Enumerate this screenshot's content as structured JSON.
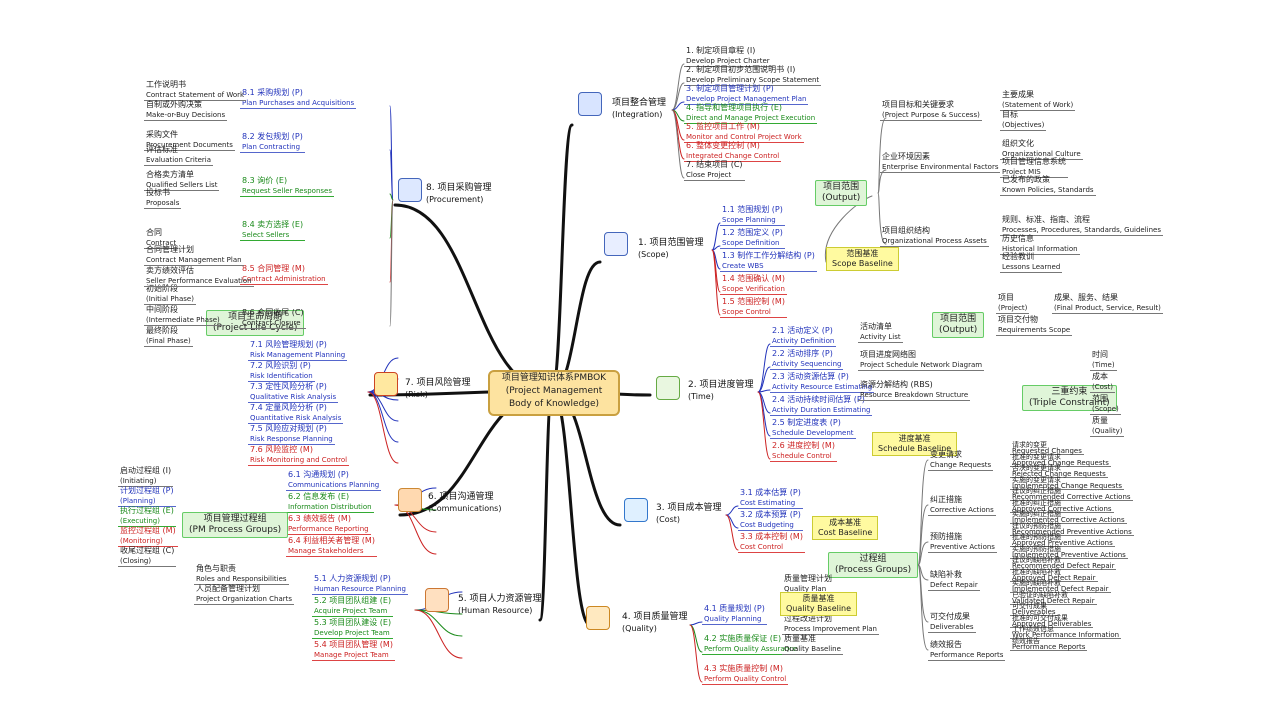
{
  "center": {
    "l1": "项目管理知识体系PMBOK",
    "l2": "(Project Management",
    "l3": "Body of Knowledge)"
  },
  "areas": [
    {
      "id": "integration",
      "l1": "项目整合管理",
      "l2": "(Integration)"
    },
    {
      "id": "scope",
      "l1": "1. 项目范围管理",
      "l2": "(Scope)"
    },
    {
      "id": "time",
      "l1": "2. 项目进度管理",
      "l2": "(Time)"
    },
    {
      "id": "cost",
      "l1": "3. 项目成本管理",
      "l2": "(Cost)"
    },
    {
      "id": "quality",
      "l1": "4. 项目质量管理",
      "l2": "(Quality)"
    },
    {
      "id": "hr",
      "l1": "5. 项目人力资源管理",
      "l2": "(Human Resource)"
    },
    {
      "id": "comm",
      "l1": "6. 项目沟通管理",
      "l2": "(Communications)"
    },
    {
      "id": "risk",
      "l1": "7. 项目风险管理",
      "l2": "(Risk)"
    },
    {
      "id": "procure",
      "l1": "8. 项目采购管理",
      "l2": "(Procurement)"
    }
  ],
  "integration_items": [
    {
      "l1": "1. 制定项目章程 (I)",
      "l2": "Develop Project Charter",
      "c": "black"
    },
    {
      "l1": "2. 制定项目初步范围说明书 (I)",
      "l2": "Develop Preliminary Scope Statement",
      "c": "black"
    },
    {
      "l1": "3. 制定项目管理计划 (P)",
      "l2": "Develop Project Management Plan",
      "c": "blue"
    },
    {
      "l1": "4. 指导和管理项目执行 (E)",
      "l2": "Direct and Manage Project Execution",
      "c": "green"
    },
    {
      "l1": "5. 监控项目工作 (M)",
      "l2": "Monitor and Control Project Work",
      "c": "red"
    },
    {
      "l1": "6. 整体变更控制 (M)",
      "l2": "Integrated Change Control",
      "c": "red"
    },
    {
      "l1": "7. 结束项目 (C)",
      "l2": "Close Project",
      "c": "black"
    }
  ],
  "scope_items": [
    {
      "l1": "1.1 范围规划 (P)",
      "l2": "Scope Planning",
      "c": "blue"
    },
    {
      "l1": "1.2 范围定义 (P)",
      "l2": "Scope Definition",
      "c": "blue"
    },
    {
      "l1": "1.3 制作工作分解结构 (P)",
      "l2": "Create WBS",
      "c": "blue"
    },
    {
      "l1": "1.4 范围确认 (M)",
      "l2": "Scope Verification",
      "c": "red"
    },
    {
      "l1": "1.5 范围控制 (M)",
      "l2": "Scope Control",
      "c": "red"
    }
  ],
  "scope_baseline": {
    "l1": "范围基准",
    "l2": "Scope Baseline"
  },
  "output_box": {
    "l1": "项目范围",
    "l2": "(Output)"
  },
  "output_items": [
    {
      "l1": "项目目标和关键要求",
      "l2": "(Project Purpose & Success)"
    },
    {
      "l1": "企业环境因素",
      "l2": "Enterprise Environmental Factors"
    },
    {
      "l1": "项目组织结构",
      "l2": "Organizational Process Assets"
    }
  ],
  "output_sub": [
    {
      "l1": "主要成果",
      "l2": "(Statement of Work)"
    },
    {
      "l1": "目标",
      "l2": "(Objectives)"
    },
    {
      "l1": "组织文化",
      "l2": "Organizational Culture"
    },
    {
      "l1": "项目管理信息系统",
      "l2": "Project MIS"
    },
    {
      "l1": "已发布的政策",
      "l2": "Known Policies, Standards"
    },
    {
      "l1": "规则、标准、指南、流程",
      "l2": "Processes, Procedures, Standards, Guidelines"
    },
    {
      "l1": "历史信息",
      "l2": "Historical Information"
    },
    {
      "l1": "经验教训",
      "l2": "Lessons Learned"
    }
  ],
  "output2": {
    "l1": "项目范围",
    "l2": "(Output)"
  },
  "output2_items": [
    {
      "l1": "项目",
      "l2": "(Project)"
    },
    {
      "l1": "项目交付物",
      "l2": "Requirements Scope"
    }
  ],
  "output2_sub": [
    {
      "l1": "成果、服务、结果",
      "l2": "(Final Product, Service, Result)"
    }
  ],
  "time_items": [
    {
      "l1": "2.1 活动定义 (P)",
      "l2": "Activity Definition",
      "c": "blue"
    },
    {
      "l1": "2.2 活动排序 (P)",
      "l2": "Activity Sequencing",
      "c": "blue"
    },
    {
      "l1": "2.3 活动资源估算 (P)",
      "l2": "Activity Resource Estimating",
      "c": "blue"
    },
    {
      "l1": "2.4 活动持续时间估算 (P)",
      "l2": "Activity Duration Estimating",
      "c": "blue"
    },
    {
      "l1": "2.5 制定进度表 (P)",
      "l2": "Schedule Development",
      "c": "blue"
    },
    {
      "l1": "2.6 进度控制 (M)",
      "l2": "Schedule Control",
      "c": "red"
    }
  ],
  "time_notes": [
    {
      "l1": "活动清单",
      "l2": "Activity List"
    },
    {
      "l1": "项目进度网络图",
      "l2": "Project Schedule Network Diagram"
    },
    {
      "l1": "资源分解结构 (RBS)",
      "l2": "Resource Breakdown Structure"
    }
  ],
  "time_baseline": {
    "l1": "进度基准",
    "l2": "Schedule Baseline"
  },
  "time_box": {
    "l1": "三重约束",
    "l2": "(Triple Constraint)"
  },
  "time_box_items": [
    {
      "l1": "时间",
      "l2": "(Time)"
    },
    {
      "l1": "成本",
      "l2": "(Cost)"
    },
    {
      "l1": "范围",
      "l2": "(Scope)"
    },
    {
      "l1": "质量",
      "l2": "(Quality)"
    }
  ],
  "cost_items": [
    {
      "l1": "3.1 成本估算 (P)",
      "l2": "Cost Estimating",
      "c": "blue"
    },
    {
      "l1": "3.2 成本预算 (P)",
      "l2": "Cost Budgeting",
      "c": "blue"
    },
    {
      "l1": "3.3 成本控制 (M)",
      "l2": "Cost Control",
      "c": "red"
    }
  ],
  "cost_baseline": {
    "l1": "成本基准",
    "l2": "Cost Baseline"
  },
  "process_box": {
    "l1": "过程组",
    "l2": "(Process Groups)"
  },
  "process_groups": [
    {
      "l1": "变更请求",
      "l2": "Change Requests"
    },
    {
      "l1": "纠正措施",
      "l2": "Corrective Actions"
    },
    {
      "l1": "预防措施",
      "l2": "Preventive Actions"
    },
    {
      "l1": "缺陷补救",
      "l2": "Defect Repair"
    },
    {
      "l1": "可交付成果",
      "l2": "Deliverables"
    },
    {
      "l1": "绩效报告",
      "l2": "Performance Reports"
    }
  ],
  "process_sub": [
    {
      "l1": "请求的变更",
      "l2": "Requested Changes"
    },
    {
      "l1": "批准的变更请求",
      "l2": "Approved Change Requests"
    },
    {
      "l1": "否决的变更请求",
      "l2": "Rejected Change Requests"
    },
    {
      "l1": "实施的变更请求",
      "l2": "Implemented Change Requests"
    },
    {
      "l1": "建议的纠正措施",
      "l2": "Recommended Corrective Actions"
    },
    {
      "l1": "批准的纠正措施",
      "l2": "Approved Corrective Actions"
    },
    {
      "l1": "实施的纠正措施",
      "l2": "Implemented Corrective Actions"
    },
    {
      "l1": "建议的预防措施",
      "l2": "Recommended Preventive Actions"
    },
    {
      "l1": "批准的预防措施",
      "l2": "Approved Preventive Actions"
    },
    {
      "l1": "实施的预防措施",
      "l2": "Implemented Preventive Actions"
    },
    {
      "l1": "建议的缺陷补救",
      "l2": "Recommended Defect Repair"
    },
    {
      "l1": "批准的缺陷补救",
      "l2": "Approved Defect Repair"
    },
    {
      "l1": "实施的缺陷补救",
      "l2": "Implemented Defect Repair"
    },
    {
      "l1": "已验证的缺陷补救",
      "l2": "Validated Defect Repair"
    },
    {
      "l1": "可交付成果",
      "l2": "Deliverables"
    },
    {
      "l1": "批准的可交付成果",
      "l2": "Approved Deliverables"
    },
    {
      "l1": "工作绩效信息",
      "l2": "Work Performance Information"
    },
    {
      "l1": "绩效报告",
      "l2": "Performance Reports"
    }
  ],
  "quality_items": [
    {
      "l1": "4.1 质量规划 (P)",
      "l2": "Quality Planning",
      "c": "blue"
    },
    {
      "l1": "4.2 实施质量保证 (E)",
      "l2": "Perform Quality Assurance",
      "c": "green"
    },
    {
      "l1": "4.3 实施质量控制 (M)",
      "l2": "Perform Quality Control",
      "c": "red"
    }
  ],
  "quality_notes": [
    {
      "l1": "质量管理计划",
      "l2": "Quality Plan"
    },
    {
      "l1": "过程改进计划",
      "l2": "Process Improvement Plan"
    },
    {
      "l1": "质量基准",
      "l2": "Quality Baseline"
    }
  ],
  "quality_baseline": {
    "l1": "质量基准",
    "l2": "Quality Baseline"
  },
  "hr_items": [
    {
      "l1": "5.1 人力资源规划 (P)",
      "l2": "Human Resource Planning",
      "c": "blue"
    },
    {
      "l1": "5.2 项目团队组建 (E)",
      "l2": "Acquire Project Team",
      "c": "green"
    },
    {
      "l1": "5.3 项目团队建设 (E)",
      "l2": "Develop Project Team",
      "c": "green"
    },
    {
      "l1": "5.4 项目团队管理 (M)",
      "l2": "Manage Project Team",
      "c": "red"
    }
  ],
  "hr_notes": [
    {
      "l1": "角色与职责",
      "l2": "Roles and Responsibilities"
    },
    {
      "l1": "人员配备管理计划",
      "l2": "Project Organization Charts"
    }
  ],
  "comm_items": [
    {
      "l1": "6.1 沟通规划 (P)",
      "l2": "Communications Planning",
      "c": "blue"
    },
    {
      "l1": "6.2 信息发布 (E)",
      "l2": "Information Distribution",
      "c": "green"
    },
    {
      "l1": "6.3 绩效报告 (M)",
      "l2": "Performance Reporting",
      "c": "red"
    },
    {
      "l1": "6.4 利益相关者管理 (M)",
      "l2": "Manage Stakeholders",
      "c": "red"
    }
  ],
  "comm_box": {
    "l1": "项目管理过程组",
    "l2": "(PM Process Groups)"
  },
  "comm_box_items": [
    {
      "l1": "启动过程组 (I)",
      "l2": "(Initiating)",
      "c": "black"
    },
    {
      "l1": "计划过程组 (P)",
      "l2": "(Planning)",
      "c": "blue"
    },
    {
      "l1": "执行过程组 (E)",
      "l2": "(Executing)",
      "c": "green"
    },
    {
      "l1": "监控过程组 (M)",
      "l2": "(Monitoring)",
      "c": "red"
    },
    {
      "l1": "收尾过程组 (C)",
      "l2": "(Closing)",
      "c": "black"
    }
  ],
  "risk_items": [
    {
      "l1": "7.1 风险管理规划 (P)",
      "l2": "Risk Management Planning",
      "c": "blue"
    },
    {
      "l1": "7.2 风险识别 (P)",
      "l2": "Risk Identification",
      "c": "blue"
    },
    {
      "l1": "7.3 定性风险分析 (P)",
      "l2": "Qualitative Risk Analysis",
      "c": "blue"
    },
    {
      "l1": "7.4 定量风险分析 (P)",
      "l2": "Quantitative Risk Analysis",
      "c": "blue"
    },
    {
      "l1": "7.5 风险应对规划 (P)",
      "l2": "Risk Response Planning",
      "c": "blue"
    },
    {
      "l1": "7.6 风险监控 (M)",
      "l2": "Risk Monitoring and Control",
      "c": "red"
    }
  ],
  "lifecycle_box": {
    "l1": "项目生命周期",
    "l2": "(Project Life Cycle)"
  },
  "lifecycle_items": [
    {
      "l1": "初始阶段",
      "l2": "(Initial Phase)"
    },
    {
      "l1": "中间阶段",
      "l2": "(Intermediate Phase)"
    },
    {
      "l1": "最终阶段",
      "l2": "(Final Phase)"
    }
  ],
  "procure_items": [
    {
      "l1": "8.1 采购规划 (P)",
      "l2": "Plan Purchases and Acquisitions",
      "c": "blue"
    },
    {
      "l1": "8.2 发包规划 (P)",
      "l2": "Plan Contracting",
      "c": "blue"
    },
    {
      "l1": "8.3 询价 (E)",
      "l2": "Request Seller Responses",
      "c": "green"
    },
    {
      "l1": "8.4 卖方选择 (E)",
      "l2": "Select Sellers",
      "c": "green"
    },
    {
      "l1": "8.5 合同管理 (M)",
      "l2": "Contract Administration",
      "c": "red"
    },
    {
      "l1": "8.6 合同收尾 (C)",
      "l2": "Contract Closure",
      "c": "black"
    }
  ],
  "procure_notes": [
    {
      "l1": "工作说明书",
      "l2": "Contract Statement of Work"
    },
    {
      "l1": "自制或外购决策",
      "l2": "Make-or-Buy Decisions"
    },
    {
      "l1": "采购文件",
      "l2": "Procurement Documents"
    },
    {
      "l1": "评估标准",
      "l2": "Evaluation Criteria"
    },
    {
      "l1": "合格卖方清单",
      "l2": "Qualified Sellers List"
    },
    {
      "l1": "投标书",
      "l2": "Proposals"
    },
    {
      "l1": "合同",
      "l2": "Contract"
    },
    {
      "l1": "合同管理计划",
      "l2": "Contract Management Plan"
    },
    {
      "l1": "卖方绩效评估",
      "l2": "Seller Performance Evaluation"
    }
  ],
  "colors": {
    "blue": "#2233bb",
    "green": "#1a8a1a",
    "red": "#cc2222",
    "branch": "#111111",
    "center_fill": "#fde3a0"
  }
}
